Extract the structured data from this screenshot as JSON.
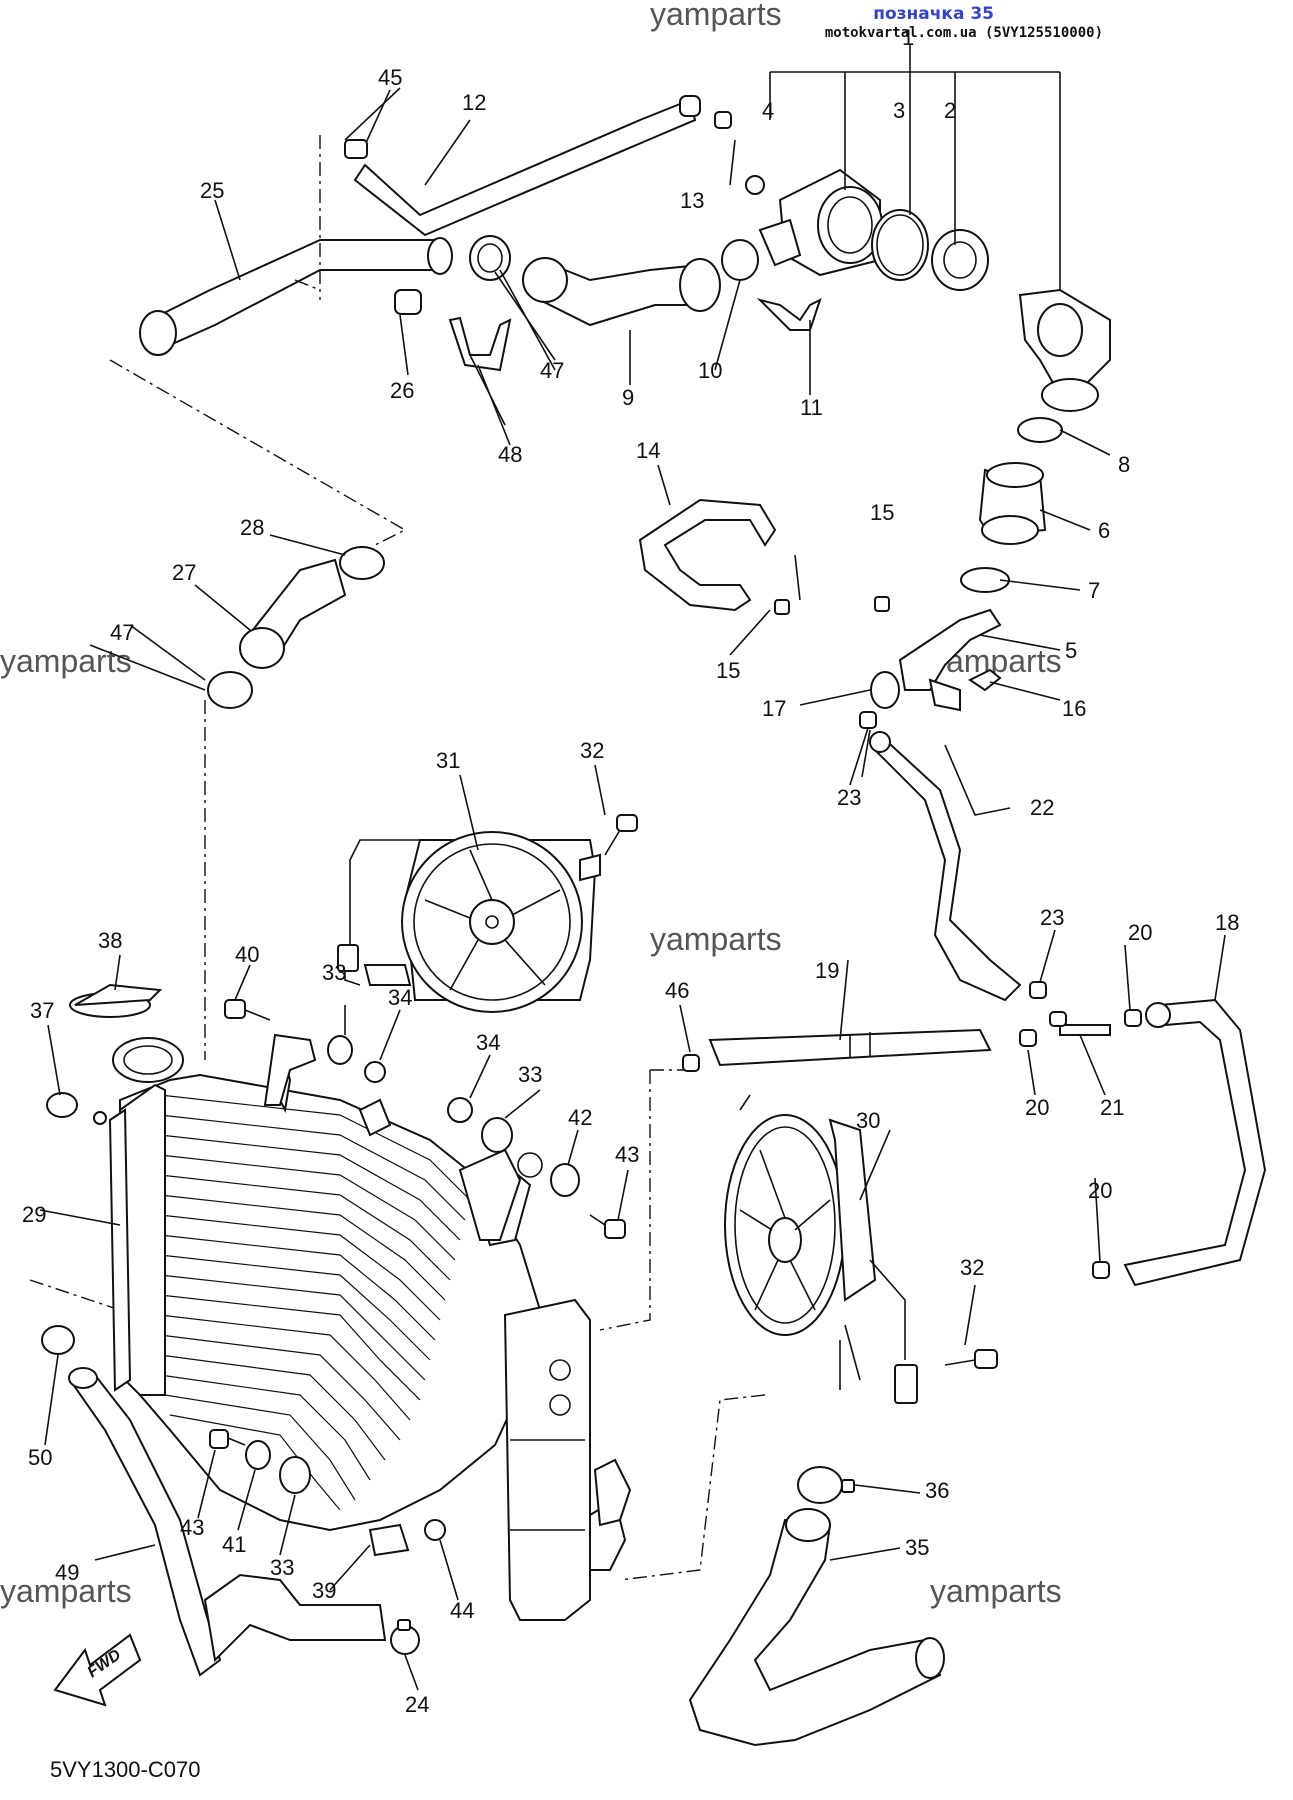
{
  "header": {
    "title": "позначка 35",
    "subtitle": "motokvartal.com.ua (5VY125510000)"
  },
  "watermark": "yamparts",
  "diagram_code": "5VY1300-C070",
  "fwd_label": "FWD",
  "callouts": [
    "1",
    "2",
    "3",
    "4",
    "5",
    "6",
    "7",
    "8",
    "9",
    "10",
    "11",
    "12",
    "13",
    "14",
    "15",
    "16",
    "17",
    "18",
    "19",
    "20",
    "21",
    "22",
    "23",
    "24",
    "25",
    "26",
    "27",
    "28",
    "29",
    "30",
    "31",
    "32",
    "33",
    "34",
    "35",
    "36",
    "37",
    "38",
    "39",
    "40",
    "41",
    "42",
    "43",
    "44",
    "45",
    "46",
    "47",
    "48",
    "49",
    "50"
  ]
}
